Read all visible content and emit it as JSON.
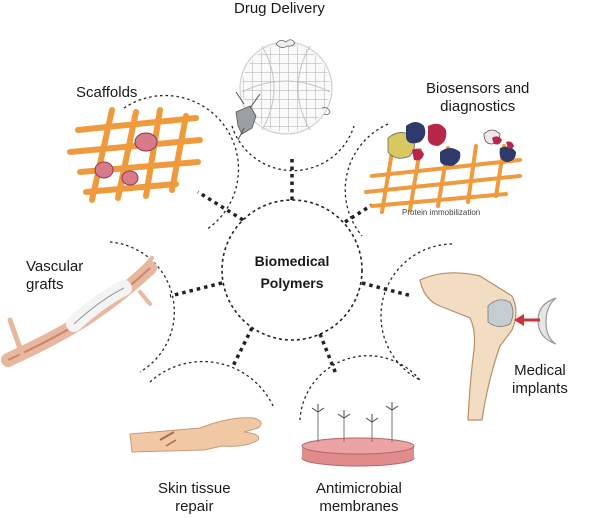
{
  "center": {
    "line1": "Biomedical",
    "line2": "Polymers"
  },
  "nodes": {
    "drug_delivery": {
      "line1": "Drug Delivery"
    },
    "scaffolds": {
      "line1": "Scaffolds"
    },
    "biosensors": {
      "line1": "Biosensors and",
      "line2": "diagnostics",
      "caption": "Protein immobilization"
    },
    "vascular": {
      "line1": "Vascular",
      "line2": "grafts"
    },
    "implants": {
      "line1": "Medical",
      "line2": "implants"
    },
    "skin": {
      "line1": "Skin tissue",
      "line2": "repair"
    },
    "antimicrobial": {
      "line1": "Antimicrobial",
      "line2": "membranes"
    }
  },
  "colors": {
    "scaffold_fiber": "#ef9a3c",
    "cell_pink": "#d77a8a",
    "dashed_line": "#222222",
    "skin_tone": "#f0c9a4",
    "bone": "#f2dcc2",
    "arrow_red": "#c8323a",
    "membrane_pink": "#e08c8c",
    "protein_red": "#b8264a",
    "protein_yellow": "#d9c860",
    "protein_navy": "#2d3a6b"
  },
  "icons": [
    "drug-sphere-icon",
    "scaffold-grid-icon",
    "biosensor-protein-icon",
    "vascular-graft-icon",
    "knee-implant-icon",
    "skin-arm-icon",
    "antimicrobial-membrane-icon"
  ]
}
